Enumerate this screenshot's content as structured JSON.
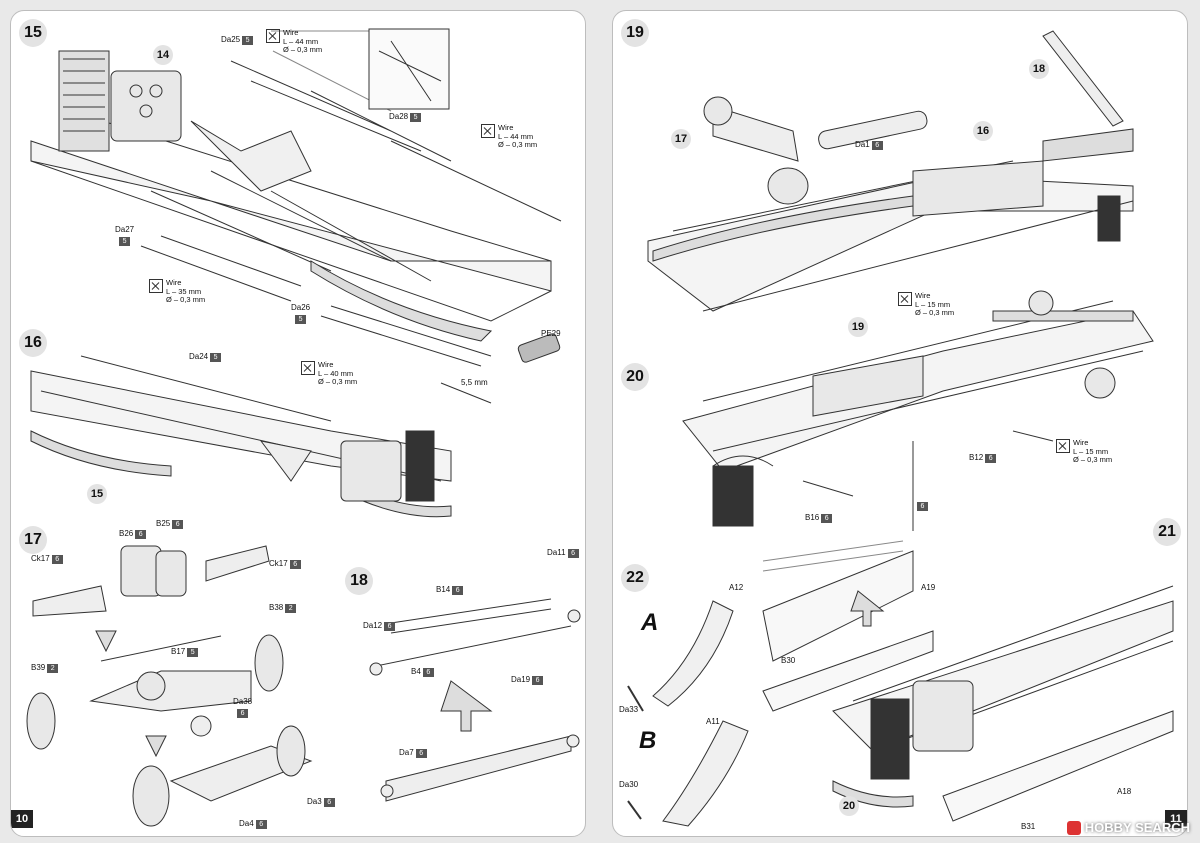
{
  "left_page": {
    "number": "10",
    "steps": {
      "s15": "15",
      "s16": "16",
      "s17": "17",
      "s18": "18"
    },
    "callouts": {
      "c14": "14",
      "c15": "15"
    },
    "parts": {
      "da25": {
        "code": "Da25",
        "qty": "5"
      },
      "da28": {
        "code": "Da28",
        "qty": "5"
      },
      "da27": {
        "code": "Da27",
        "qty": "5"
      },
      "da26": {
        "code": "Da26",
        "qty": "5"
      },
      "pe29": {
        "code": "PE29"
      },
      "da24": {
        "code": "Da24",
        "qty": "5"
      },
      "ck17a": {
        "code": "Ck17",
        "qty": "6"
      },
      "b26": {
        "code": "B26",
        "qty": "6"
      },
      "b25": {
        "code": "B25",
        "qty": "6"
      },
      "ck17b": {
        "code": "Ck17",
        "qty": "6"
      },
      "b38": {
        "code": "B38",
        "qty": "2"
      },
      "b17": {
        "code": "B17",
        "qty": "5"
      },
      "b39": {
        "code": "B39",
        "qty": "2"
      },
      "da38": {
        "code": "Da38",
        "qty": "6"
      },
      "da3": {
        "code": "Da3",
        "qty": "6"
      },
      "da4": {
        "code": "Da4",
        "qty": "6"
      },
      "b14": {
        "code": "B14",
        "qty": "6"
      },
      "da11": {
        "code": "Da11",
        "qty": "6"
      },
      "da12": {
        "code": "Da12",
        "qty": "6"
      },
      "b4": {
        "code": "B4",
        "qty": "6"
      },
      "da19": {
        "code": "Da19",
        "qty": "6"
      },
      "da7": {
        "code": "Da7",
        "qty": "6"
      }
    },
    "wires": {
      "w1": {
        "title": "Wire",
        "length": "L – 44 mm",
        "diameter": "Ø – 0,3 mm"
      },
      "w2": {
        "title": "Wire",
        "length": "L – 44 mm",
        "diameter": "Ø – 0,3 mm"
      },
      "w3": {
        "title": "Wire",
        "length": "L – 35 mm",
        "diameter": "Ø – 0,3 mm"
      },
      "w4": {
        "title": "Wire",
        "length": "L – 40 mm",
        "diameter": "Ø – 0,3 mm"
      }
    },
    "dimension": "5,5 mm"
  },
  "right_page": {
    "number": "11",
    "steps": {
      "s19": "19",
      "s20": "20",
      "s21": "21",
      "s22": "22"
    },
    "callouts": {
      "c18": "18",
      "c17": "17",
      "c16": "16",
      "c19": "19",
      "c20": "20"
    },
    "parts": {
      "da1": {
        "code": "Da1",
        "qty": "6"
      },
      "b12": {
        "code": "B12",
        "qty": "6"
      },
      "b16": {
        "code": "B16",
        "qty": "6"
      },
      "q6": {
        "code": "",
        "qty": "6"
      },
      "a12": {
        "code": "A12"
      },
      "a19": {
        "code": "A19"
      },
      "a11": {
        "code": "A11"
      },
      "b30": {
        "code": "B30"
      },
      "da33": {
        "code": "Da33"
      },
      "da30": {
        "code": "Da30"
      },
      "a18": {
        "code": "A18"
      },
      "b31": {
        "code": "B31"
      }
    },
    "wires": {
      "w5": {
        "title": "Wire",
        "length": "L – 15 mm",
        "diameter": "Ø – 0,3 mm"
      },
      "w6": {
        "title": "Wire",
        "length": "L – 15 mm",
        "diameter": "Ø – 0,3 mm"
      }
    },
    "variants": {
      "a": "A",
      "b": "B"
    }
  },
  "watermark": "HOBBY SEARCH"
}
